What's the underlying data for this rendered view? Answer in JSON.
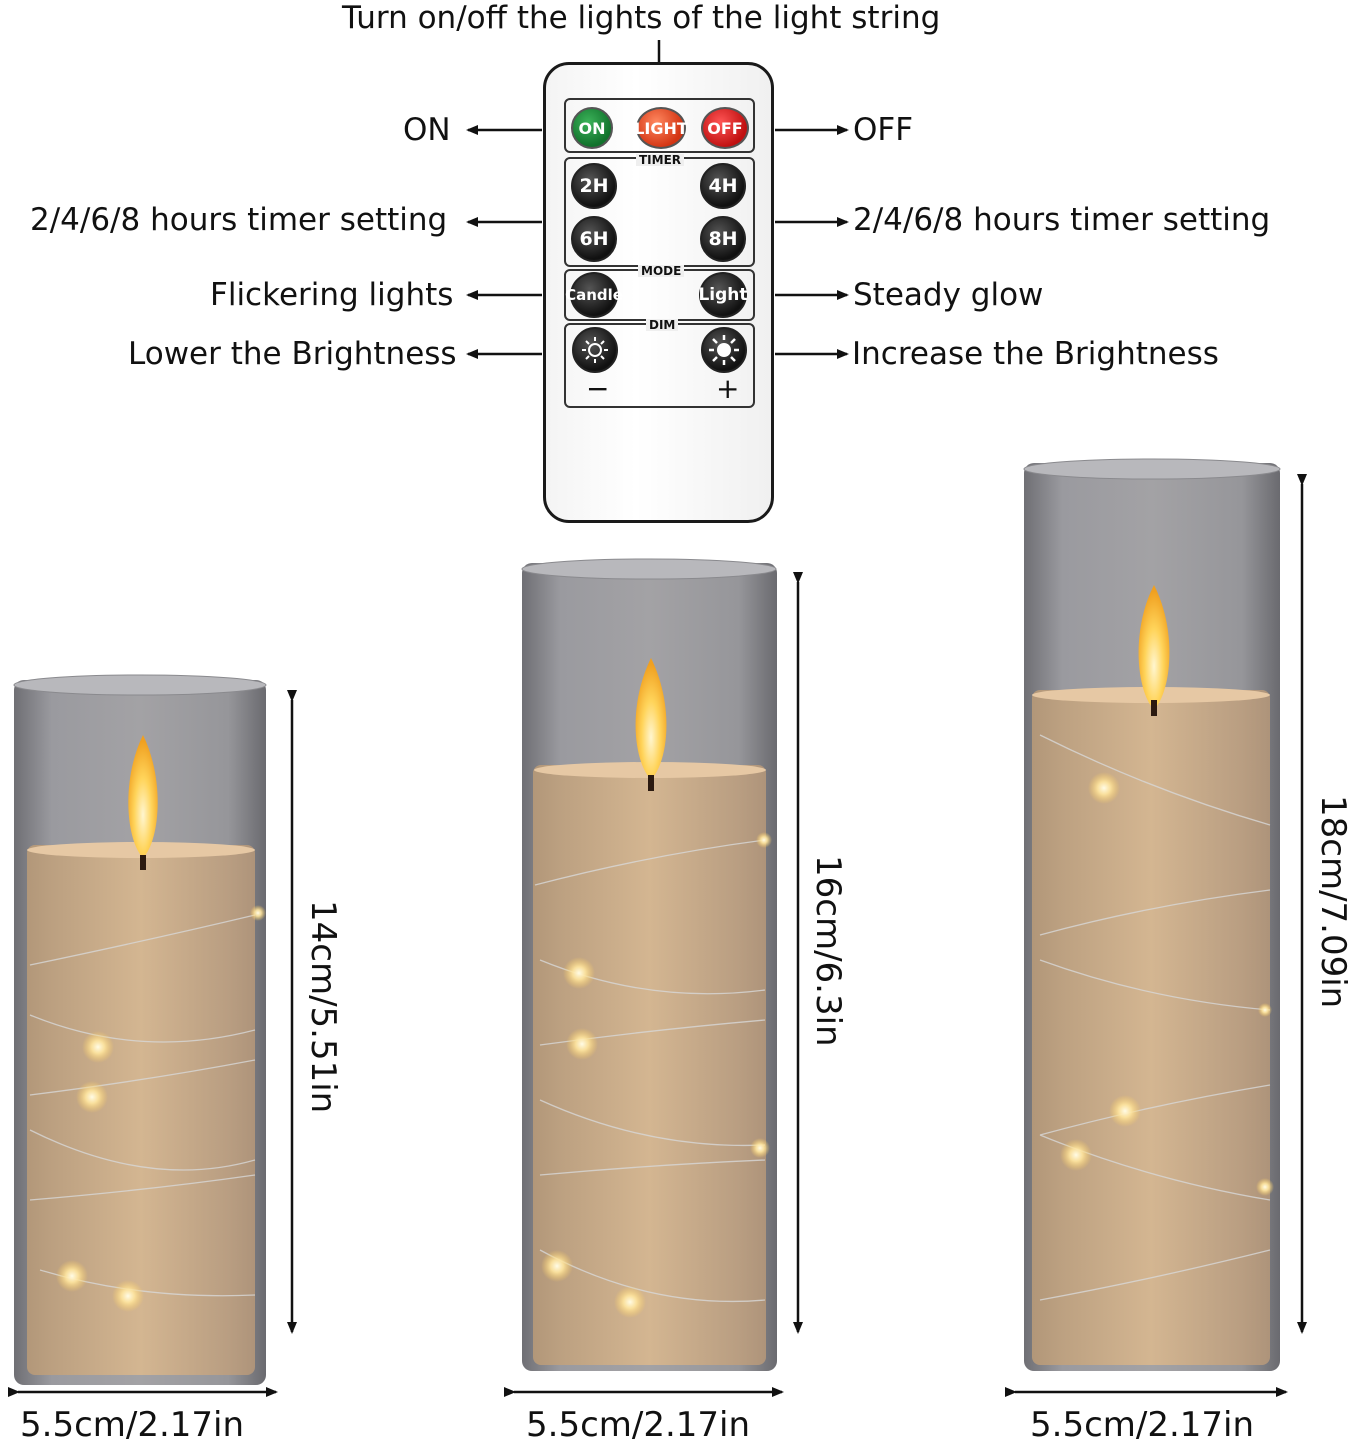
{
  "top_label": "Turn on/off the lights of the light string",
  "remote": {
    "buttons": {
      "on": "ON",
      "light": "LIGHT",
      "off": "OFF",
      "timer_title": "TIMER",
      "t2": "2H",
      "t4": "4H",
      "t6": "6H",
      "t8": "8H",
      "mode_title": "MODE",
      "candle": "Candle",
      "light_mode": "Light",
      "dim_title": "DIM",
      "minus": "−",
      "plus": "+"
    }
  },
  "callouts": {
    "on": "ON",
    "off": "OFF",
    "timer_left": "2/4/6/8 hours timer setting",
    "timer_right": "2/4/6/8 hours timer setting",
    "flicker": "Flickering lights",
    "steady": "Steady glow",
    "lower": "Lower the Brightness",
    "increase": "Increase the Brightness"
  },
  "candles": [
    {
      "height_label": "14cm/5.51in",
      "width_label": "5.5cm/2.17in"
    },
    {
      "height_label": "16cm/6.3in",
      "width_label": "5.5cm/2.17in"
    },
    {
      "height_label": "18cm/7.09in",
      "width_label": "5.5cm/2.17in"
    }
  ],
  "colors": {
    "glass": "#8a8a8e",
    "wax": "#e8c9a2",
    "flame": "#ffcf4a",
    "arrow": "#111111"
  }
}
